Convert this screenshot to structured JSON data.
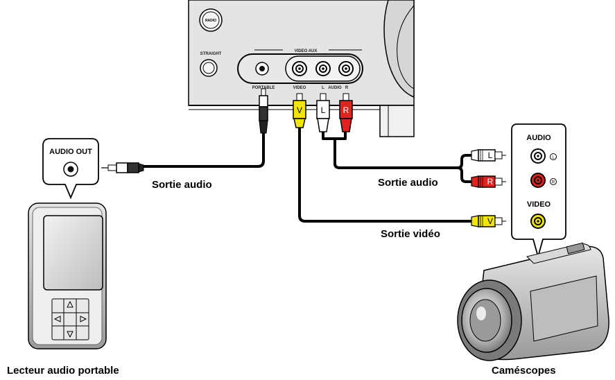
{
  "receiver": {
    "radio_button": "RADIO",
    "straight_button": "STRAIGHT",
    "video_aux_label": "VIDEO AUX",
    "jack_portable": "PORTABLE",
    "jack_video": "VIDEO",
    "jack_l": "L",
    "jack_audio": "AUDIO",
    "jack_r": "R"
  },
  "plugs": {
    "video": "V",
    "left": "L",
    "right": "R"
  },
  "player": {
    "bubble_label": "AUDIO OUT",
    "caption": "Lecteur audio portable"
  },
  "camcorder": {
    "panel_audio": "AUDIO",
    "panel_video": "VIDEO",
    "panel_left_mark": "L",
    "panel_right_mark": "R",
    "caption": "Caméscopes"
  },
  "cables": {
    "player_audio": "Sortie audio",
    "cam_audio": "Sortie audio",
    "cam_video": "Sortie vidéo"
  },
  "colors": {
    "video_plug": "#f2e600",
    "left_plug": "#ffffff",
    "right_plug": "#e0231e",
    "panel_grey": "#dcdcdc"
  }
}
